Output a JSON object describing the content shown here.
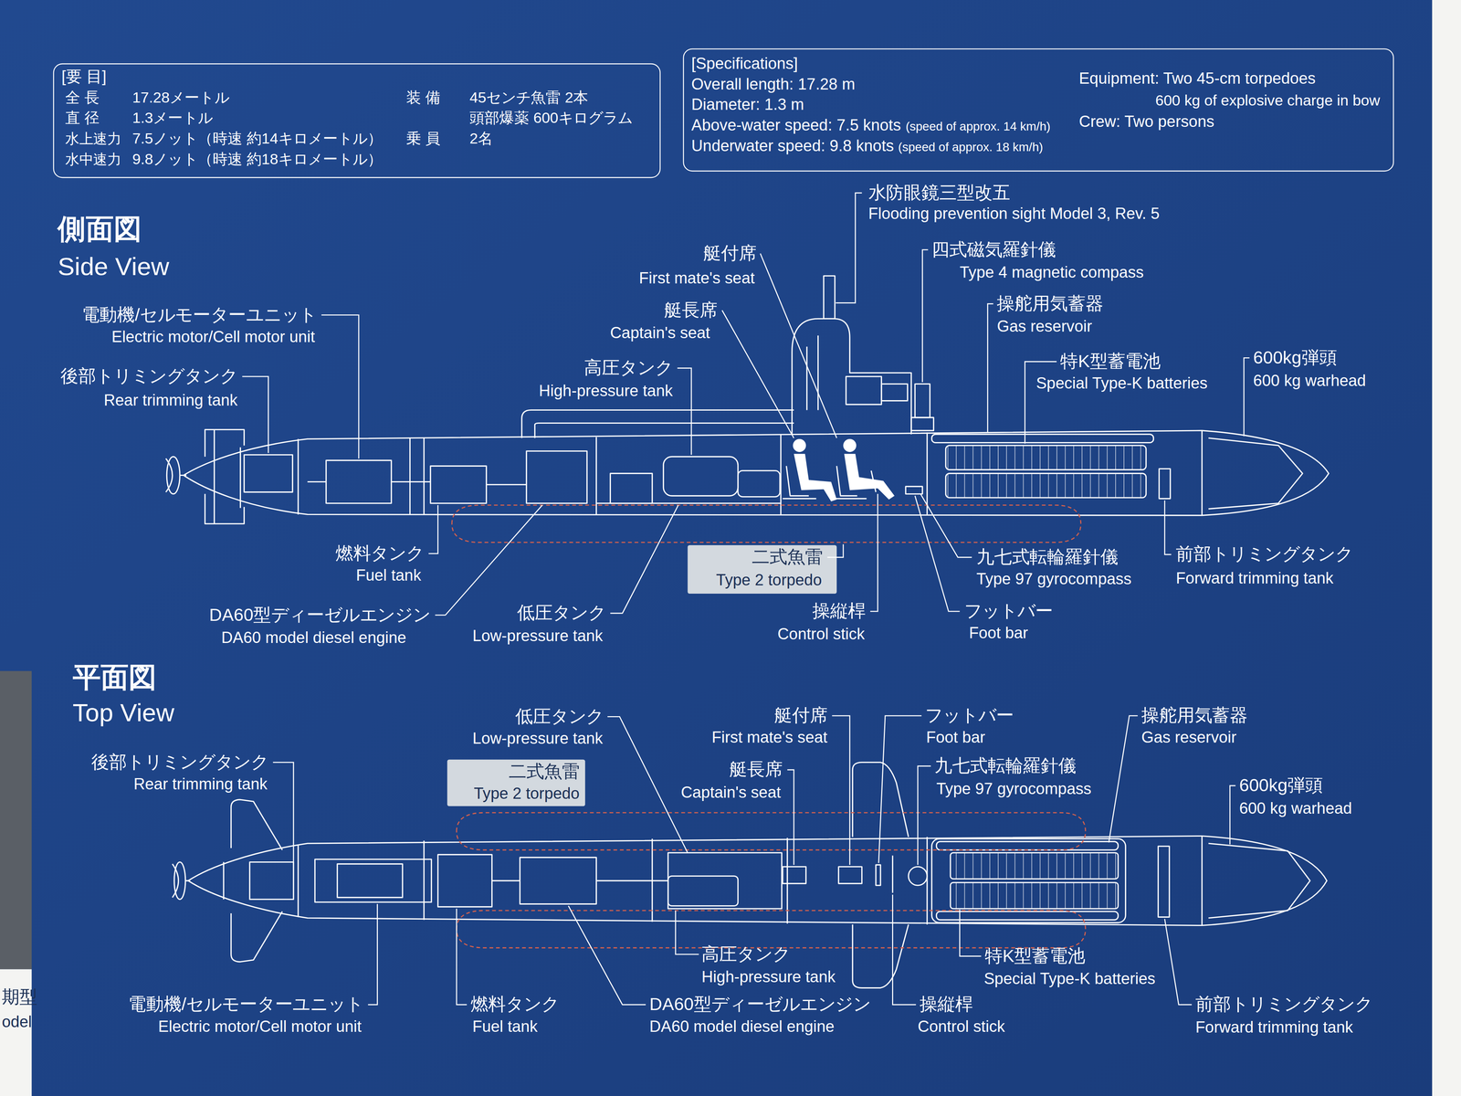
{
  "diagram": {
    "nodes": [
      {
        "text": [
          "[要 目]",
          "全 長",
          "17.28メートル",
          "直 径",
          "1.3メートル",
          "水上速力",
          "7.5ノット（時速 約14キロメートル）",
          "水中速力",
          "9.8ノット（時速 約18キロメートル）",
          "装 備",
          "45センチ魚雷 2本",
          "頭部爆薬 600キログラム",
          "乗 員",
          "2名"
        ]
      },
      {
        "text": [
          "[Specifications]",
          "Overall length: 17.28 m",
          "Diameter: 1.3 m",
          "Above-water speed: 7.5 knots",
          "(speed of approx. 14 km/h)",
          "Underwater speed: 9.8 knots",
          "(speed of approx. 18 km/h)",
          "Equipment: Two 45-cm torpedoes",
          "600 kg of explosive charge in bow",
          "Crew: Two persons"
        ]
      }
    ],
    "labels": [
      "側面図",
      "Side View",
      "平面図",
      "Top View",
      "水防眼鏡三型改五",
      "Flooding prevention sight Model 3, Rev. 5",
      "艇付席",
      "First mate's seat",
      "艇長席",
      "Captain's seat",
      "高圧タンク",
      "High-pressure tank",
      "四式磁気羅針儀",
      "Type 4 magnetic compass",
      "操舵用気蓄器",
      "Gas reservoir",
      "特K型蓄電池",
      "Special Type-K batteries",
      "600kg弾頭",
      "600 kg warhead",
      "電動機/セルモーターユニット",
      "Electric motor/Cell motor unit",
      "後部トリミングタンク",
      "Rear trimming tank",
      "燃料タンク",
      "Fuel tank",
      "DA60型ディーゼルエンジン",
      "DA60 model diesel engine",
      "低圧タンク",
      "Low-pressure tank",
      "二式魚雷",
      "Type 2 torpedo",
      "操縦桿",
      "Control stick",
      "九七式転輪羅針儀",
      "Type 97 gyrocompass",
      "フットバー",
      "Foot bar",
      "前部トリミングタンク",
      "Forward trimming tank",
      "低圧タンク",
      "Low-pressure tank",
      "後部トリミングタンク",
      "Rear trimming tank",
      "二式魚雷",
      "Type 2 torpedo",
      "艇付席",
      "First mate's seat",
      "艇長席",
      "Captain's seat",
      "フットバー",
      "Foot bar",
      "九七式転輪羅針儀",
      "Type 97 gyrocompass",
      "操舵用気蓄器",
      "Gas reservoir",
      "600kg弾頭",
      "600 kg warhead",
      "高圧タンク",
      "High-pressure tank",
      "特K型蓄電池",
      "Special Type-K batteries",
      "電動機/セルモーターユニット",
      "Electric motor/Cell motor unit",
      "燃料タンク",
      "Fuel tank",
      "DA60型ディーゼルエンジン",
      "DA60 model diesel engine",
      "操縦桿",
      "Control stick",
      "前部トリミングタンク",
      "Forward trimming tank",
      "期型",
      "odel"
    ]
  }
}
